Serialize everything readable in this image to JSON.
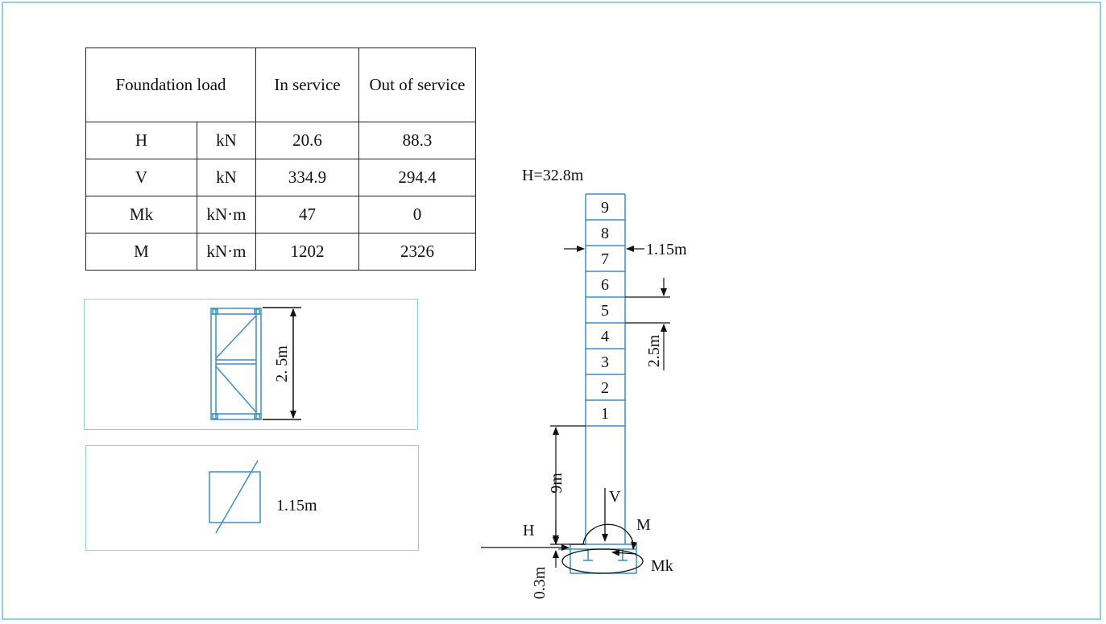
{
  "table": {
    "header": {
      "label": "Foundation load",
      "col_in": "In service",
      "col_out": "Out of service"
    },
    "rows": [
      {
        "symbol": "H",
        "unit": "kN",
        "in": "20.6",
        "out": "88.3"
      },
      {
        "symbol": "V",
        "unit": "kN",
        "in": "334.9",
        "out": "294.4"
      },
      {
        "symbol": "Mk",
        "unit": "kN·m",
        "in": "47",
        "out": "0"
      },
      {
        "symbol": "M",
        "unit": "kN·m",
        "in": "1202",
        "out": "2326"
      }
    ]
  },
  "section_panel": {
    "height_label": "2. 5m"
  },
  "plan_panel": {
    "size_label": "1.15m"
  },
  "mast": {
    "height_label": "H=32.8m",
    "width_label": "1.15m",
    "section_label": "2.5m",
    "base_label": "9m",
    "foundation_label": "0.3m",
    "sections": [
      "9",
      "8",
      "7",
      "6",
      "5",
      "4",
      "3",
      "2",
      "1"
    ],
    "loads": {
      "h": "H",
      "v": "V",
      "m": "M",
      "mk": "Mk"
    }
  },
  "colors": {
    "line": "#3b8fc7",
    "frame": "#8fd3d8",
    "ink": "#111111"
  }
}
